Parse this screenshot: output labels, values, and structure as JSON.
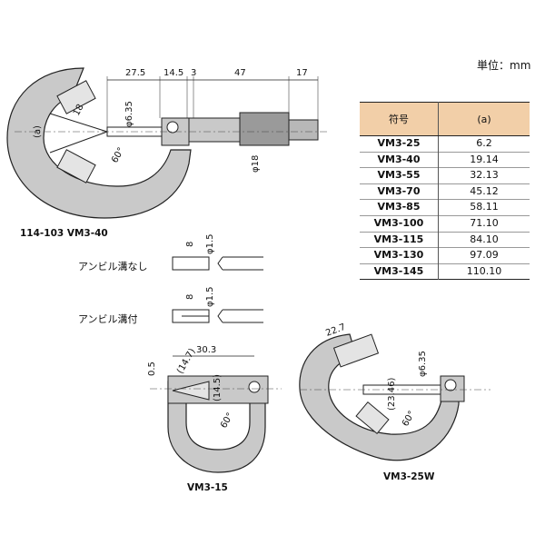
{
  "unit_label": "単位：mm",
  "table": {
    "headers": [
      "符号",
      "(a)"
    ],
    "rows": [
      {
        "code": "VM3-25",
        "value": "6.2"
      },
      {
        "code": "VM3-40",
        "value": "19.14"
      },
      {
        "code": "VM3-55",
        "value": "32.13"
      },
      {
        "code": "VM3-70",
        "value": "45.12"
      },
      {
        "code": "VM3-85",
        "value": "58.11"
      },
      {
        "code": "VM3-100",
        "value": "71.10"
      },
      {
        "code": "VM3-115",
        "value": "84.10"
      },
      {
        "code": "VM3-130",
        "value": "97.09"
      },
      {
        "code": "VM3-145",
        "value": "110.10"
      }
    ]
  },
  "main": {
    "model_label": "114-103 VM3-40",
    "dims": {
      "d1": "27.5",
      "d2": "14.5",
      "d3": "3",
      "d4": "47",
      "d5": "17",
      "spindle_dia": "φ6.35",
      "thimble_dia": "φ18",
      "v_len": "18",
      "angle": "60°",
      "a": "(a)"
    }
  },
  "anvil": {
    "no_groove_label": "アンビル溝なし",
    "groove_label": "アンビル溝付",
    "width": "8",
    "dia": "φ1.5"
  },
  "vm15": {
    "label": "VM3-15",
    "dims": {
      "d1": "30.3",
      "d2": "(14.7)",
      "d3": "(14.5)",
      "d4": "0.5",
      "angle": "60°"
    }
  },
  "vm25w": {
    "label": "VM3-25W",
    "dims": {
      "d1": "22.7",
      "d2": "φ6.35",
      "d3": "(23.46)",
      "angle": "60°"
    }
  }
}
